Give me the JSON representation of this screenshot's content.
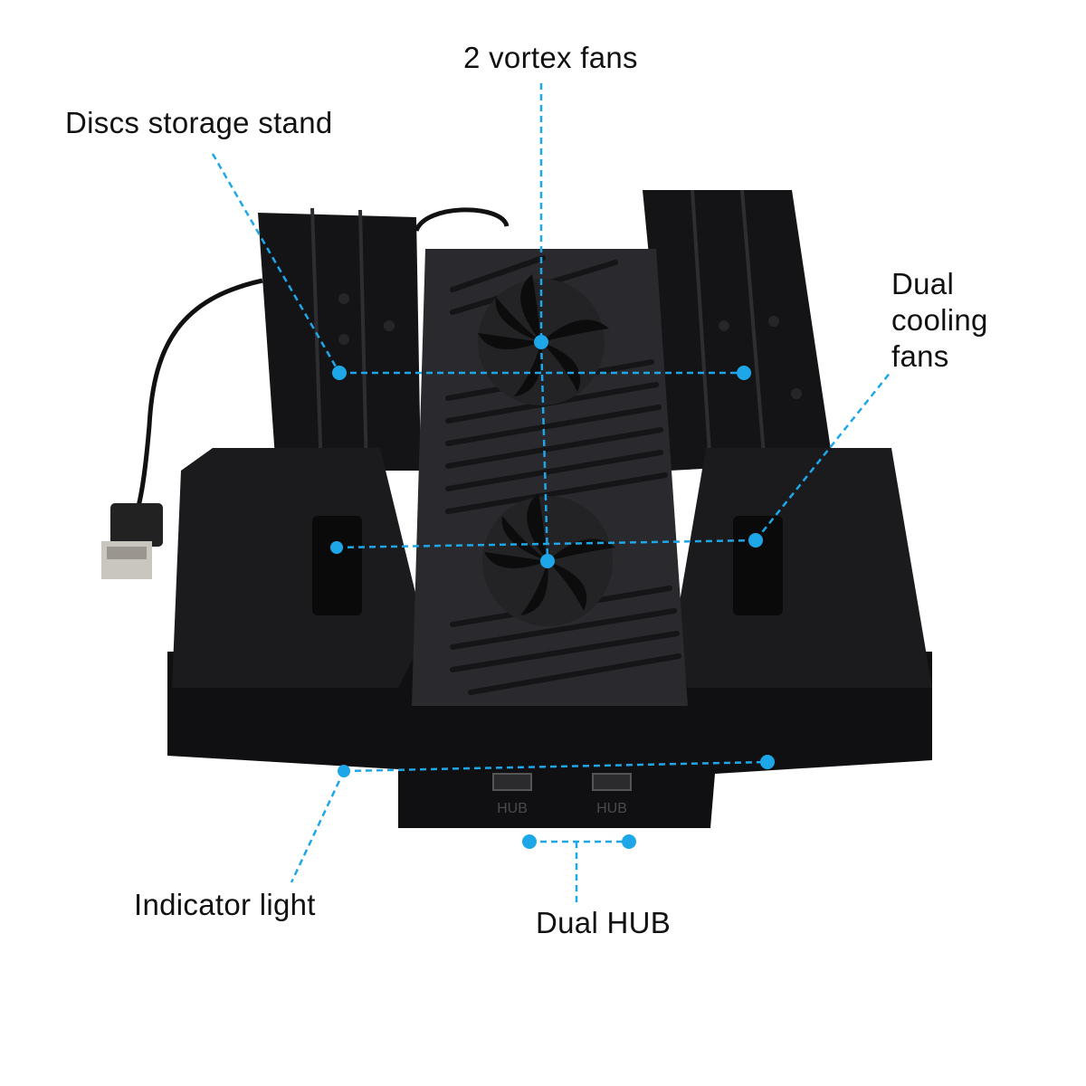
{
  "colors": {
    "callout": "#1ea7e8",
    "device_body": "#17171a",
    "device_panel": "#2a2a2e",
    "background": "#ffffff"
  },
  "labels": {
    "vortex_fans": "2 vortex fans",
    "discs_storage": "Discs storage stand",
    "dual_cooling_fans": "Dual\ncooling\nfans",
    "indicator_light": "Indicator light",
    "dual_hub": "Dual HUB"
  },
  "device": {
    "hub_port_1": "HUB",
    "hub_port_2": "HUB"
  }
}
